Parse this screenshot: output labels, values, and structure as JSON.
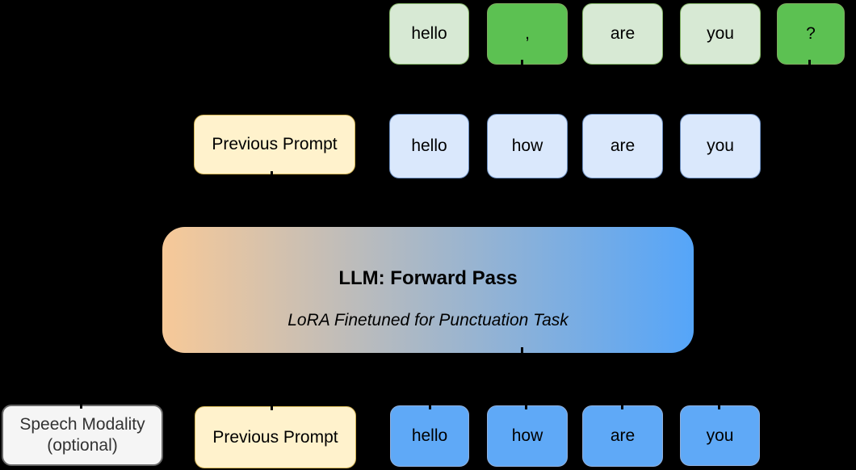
{
  "diagram": {
    "output_row": {
      "tokens": [
        "hello",
        ",",
        "are",
        "you",
        "?"
      ]
    },
    "context_row": {
      "prompt": "Previous Prompt",
      "tokens": [
        "hello",
        "how",
        "are",
        "you"
      ]
    },
    "llm": {
      "title": "LLM: Forward Pass",
      "subtitle": "LoRA Finetuned for Punctuation Task"
    },
    "input_row": {
      "speech_line1": "Speech Modality",
      "speech_line2": "(optional)",
      "prompt": "Previous Prompt",
      "tokens": [
        "hello",
        "how",
        "are",
        "you"
      ]
    }
  },
  "colors": {
    "background": "#000000",
    "text": "#000000",
    "green_light_fill": "#D7E9D4",
    "green_light_stroke": "#82B366",
    "green_bright_fill": "#5CC152",
    "green_bright_stroke": "#7EA95F",
    "blue_light_fill": "#DAE8FC",
    "blue_light_stroke": "#6C8EBF",
    "blue_bright_fill": "#5FA9F7",
    "blue_bright_stroke": "#8FAEDA",
    "yellow_fill": "#FFF2CC",
    "yellow_stroke": "#D6B656",
    "gray_fill": "#F5F5F5",
    "gray_stroke": "#666666",
    "llm_gradient_left": "#F7C998",
    "llm_gradient_right": "#55A5F9"
  }
}
